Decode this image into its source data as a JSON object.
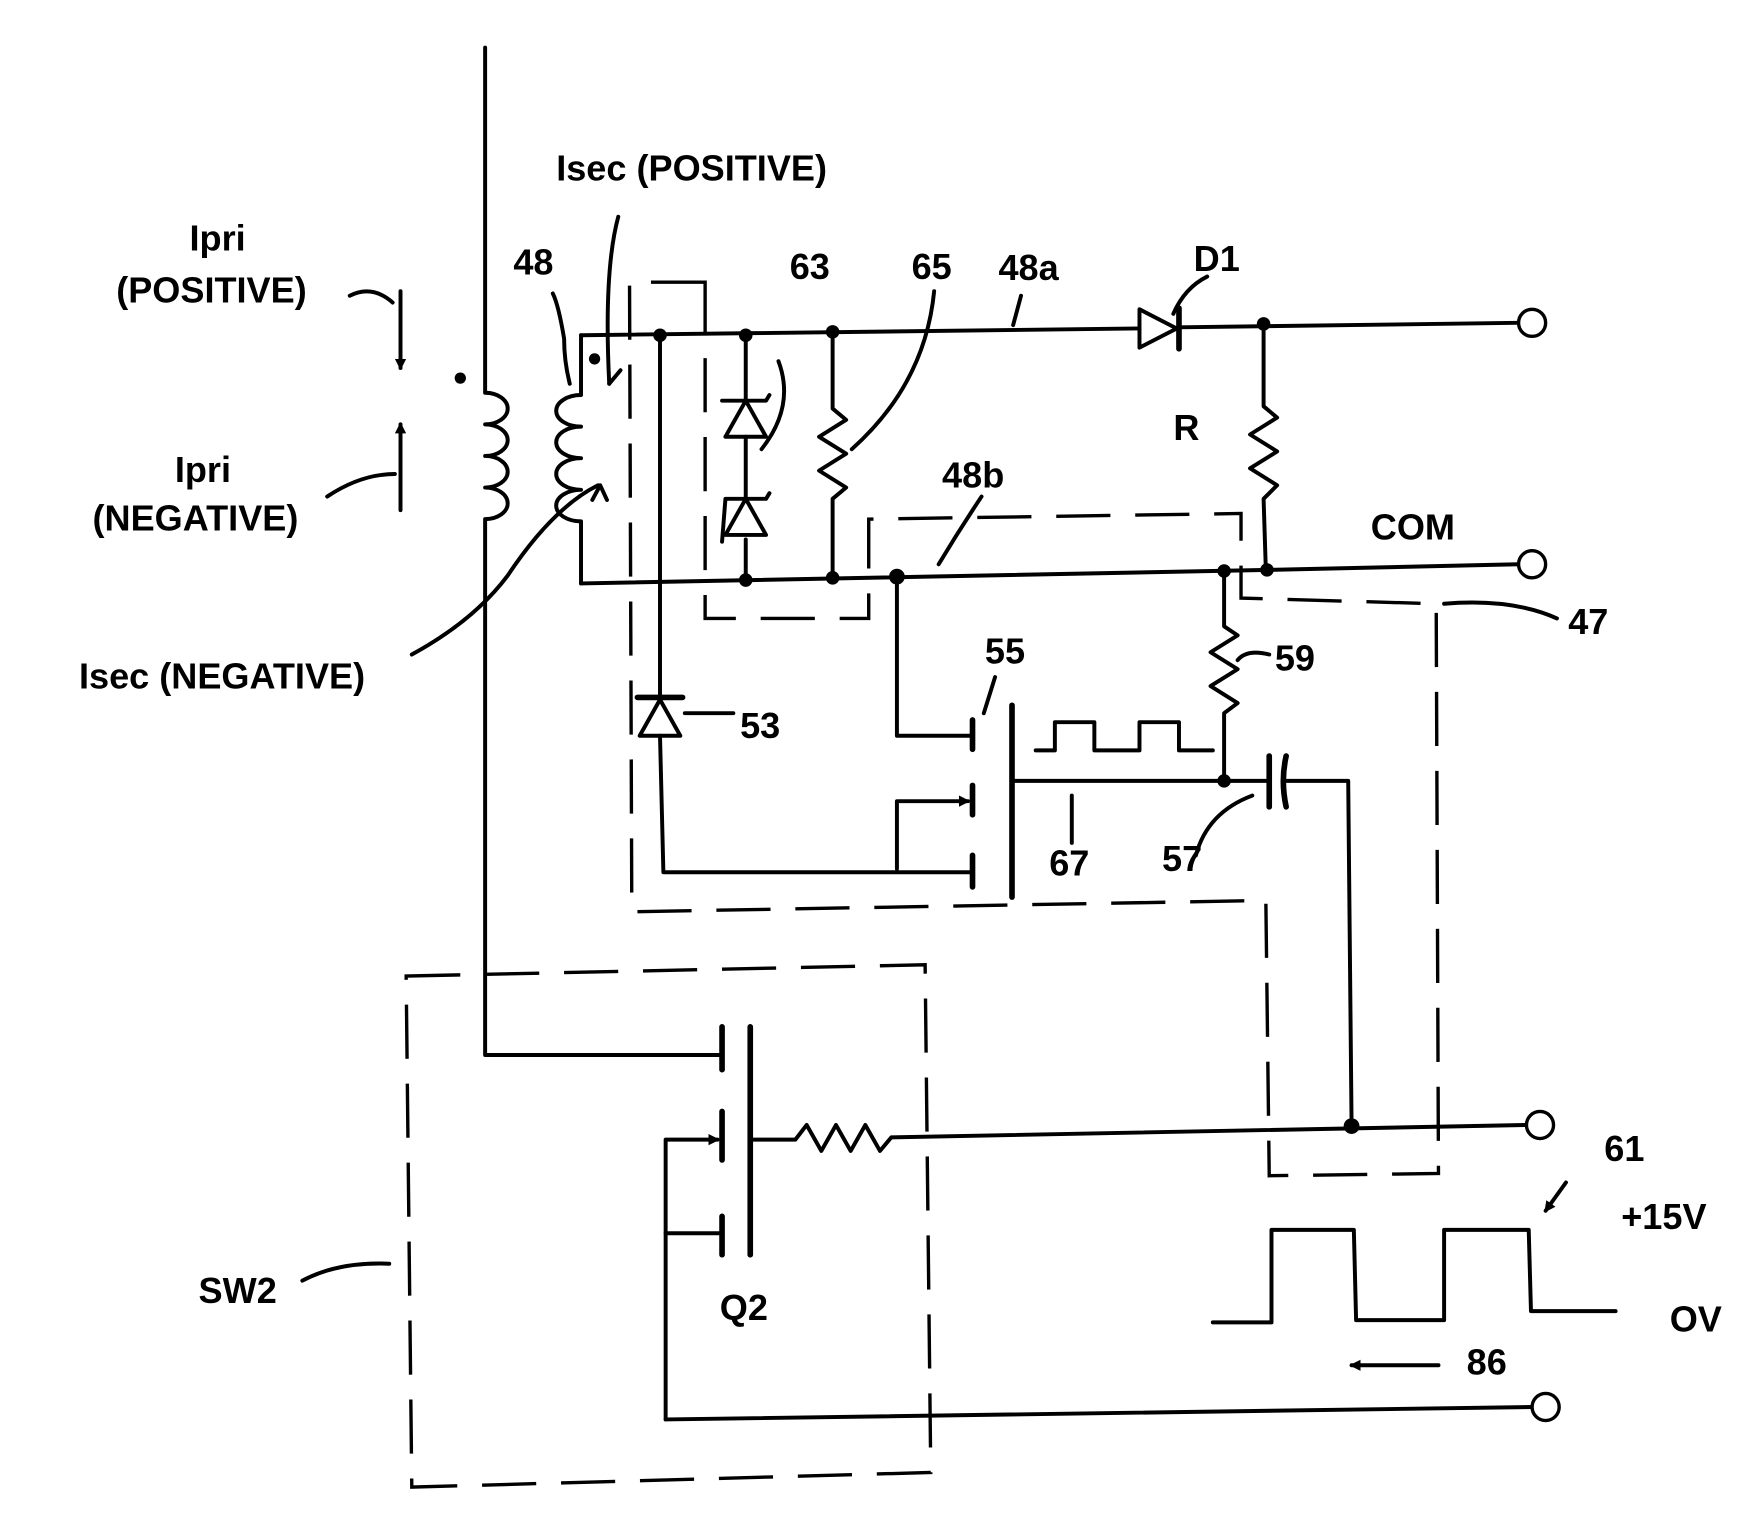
{
  "labels": {
    "isec_positive": "Isec (POSITIVE)",
    "ipri_label": "Ipri",
    "ipri_positive": "(POSITIVE)",
    "ipri_label2": "Ipri",
    "ipri_negative": "(NEGATIVE)",
    "isec_negative": "Isec (NEGATIVE)",
    "ref_48": "48",
    "ref_63": "63",
    "ref_65": "65",
    "ref_48a": "48a",
    "ref_d1": "D1",
    "ref_r": "R",
    "ref_48b": "48b",
    "ref_com": "COM",
    "ref_47": "47",
    "ref_55": "55",
    "ref_59": "59",
    "ref_53": "53",
    "ref_67": "67",
    "ref_57": "57",
    "ref_61": "61",
    "ref_15v": "+15V",
    "ref_0v": "OV",
    "ref_86": "86",
    "ref_sw2": "SW2",
    "ref_q2": "Q2"
  }
}
